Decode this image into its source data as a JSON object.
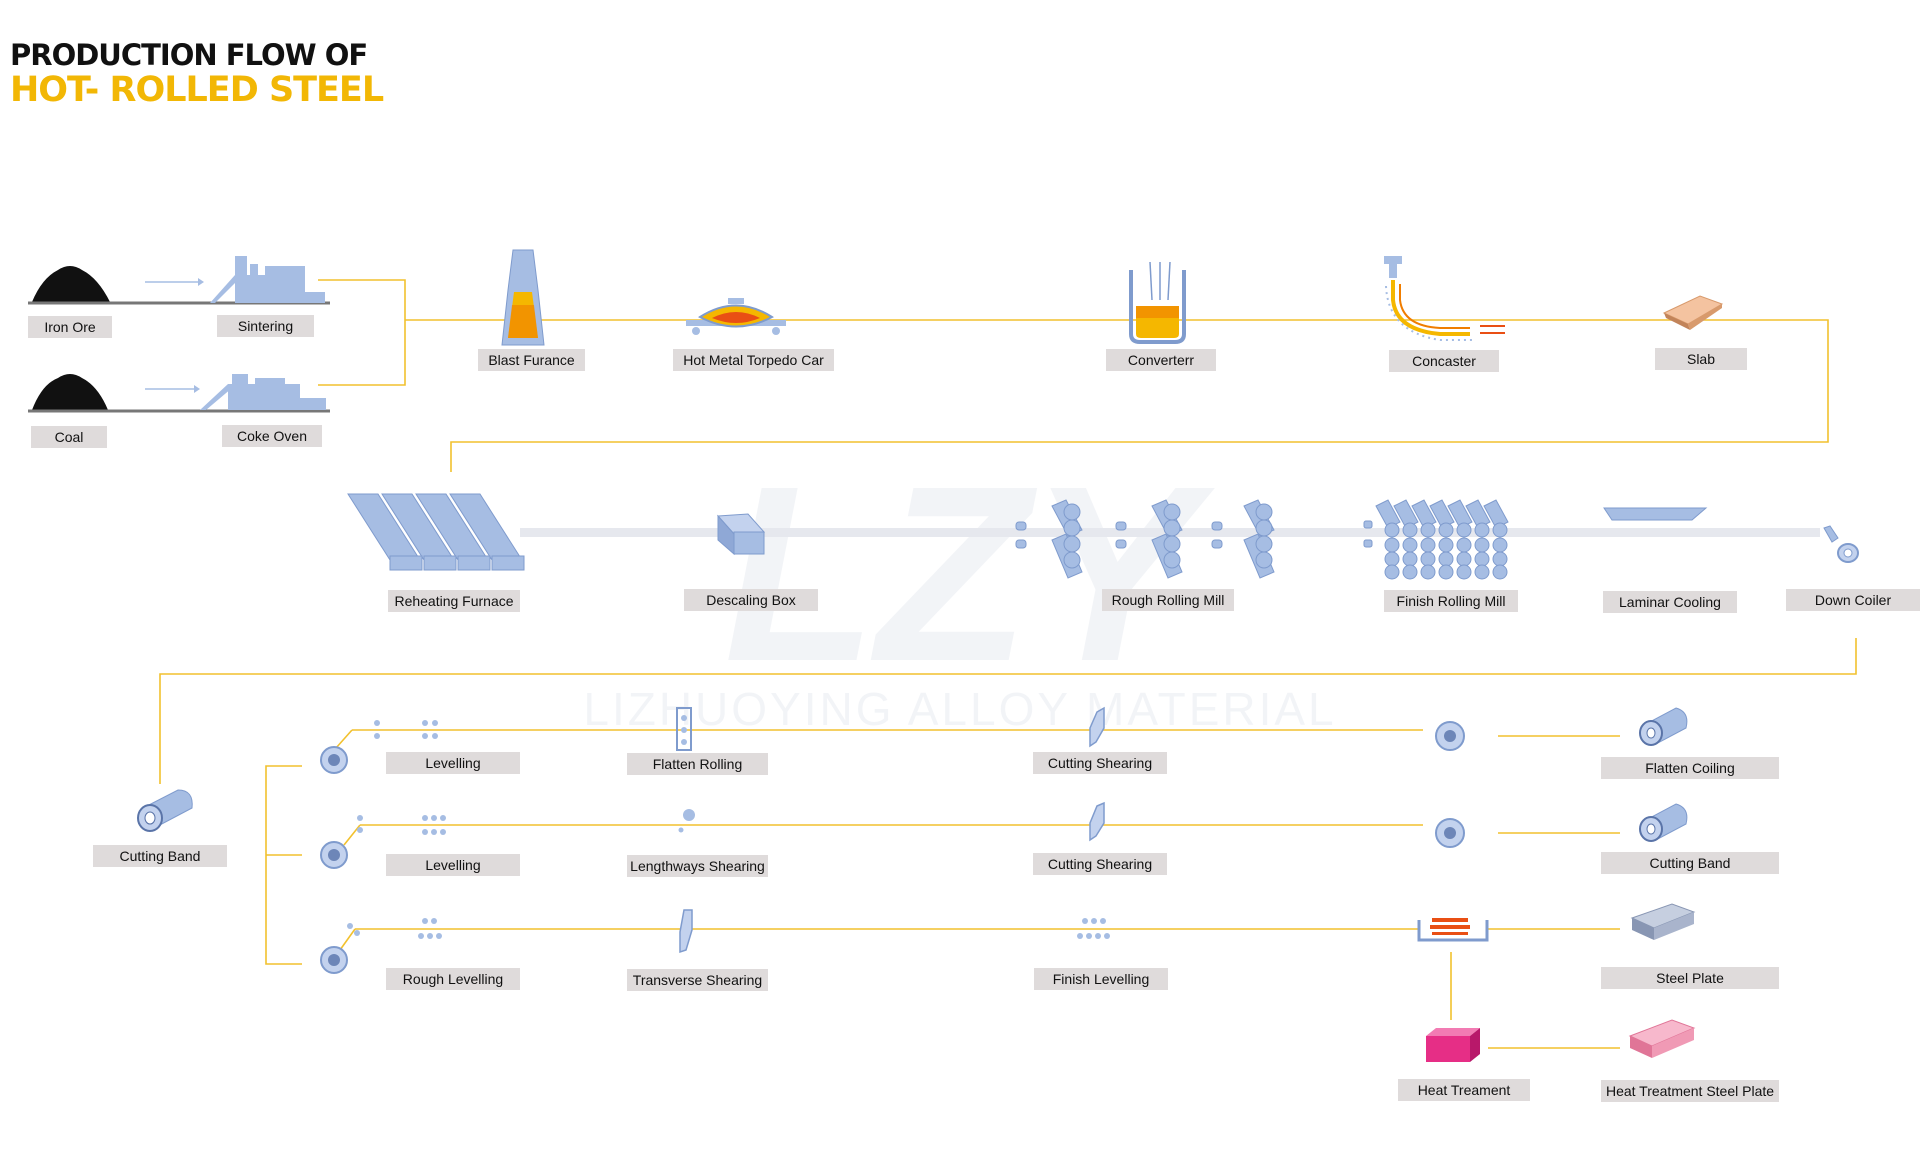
{
  "title": {
    "line1": "PRODUCTION FLOW OF",
    "line2": "HOT- ROLLED STEEL"
  },
  "watermark": {
    "logo": "LZY",
    "text": "LIZHUOYING ALLOY MATERIAL"
  },
  "colors": {
    "flow_line": "#f2c12e",
    "equipment": "#a6bde3",
    "equipment_dark": "#7f9bcd",
    "label_bg": "#dfdbdb",
    "title_accent": "#f2b705"
  },
  "stage1": {
    "iron_ore": "Iron Ore",
    "sintering": "Sintering",
    "coal": "Coal",
    "coke_oven": "Coke Oven",
    "blast_furnace": "Blast Furance",
    "torpedo_car": "Hot Metal Torpedo Car",
    "converter": "Converterr",
    "concaster": "Concaster",
    "slab": "Slab"
  },
  "stage2": {
    "reheating": "Reheating Furnace",
    "descaling": "Descaling Box",
    "rough_rolling": "Rough Rolling Mill",
    "finish_rolling": "Finish Rolling Mill",
    "laminar": "Laminar Cooling",
    "down_coiler": "Down Coiler"
  },
  "stage3": {
    "cutting_band_start": "Cutting Band",
    "line1": {
      "levelling": "Levelling",
      "flatten_rolling": "Flatten Rolling",
      "cutting_shearing": "Cutting Shearing",
      "product": "Flatten Coiling"
    },
    "line2": {
      "levelling": "Levelling",
      "lengthways": "Lengthways Shearing",
      "cutting_shearing": "Cutting Shearing",
      "product": "Cutting Band"
    },
    "line3": {
      "rough_levelling": "Rough Levelling",
      "transverse": "Transverse Shearing",
      "finish_levelling": "Finish Levelling",
      "product": "Steel Plate"
    },
    "heat_treatment": "Heat Treament",
    "heat_plate": "Heat Treatment Steel Plate"
  }
}
